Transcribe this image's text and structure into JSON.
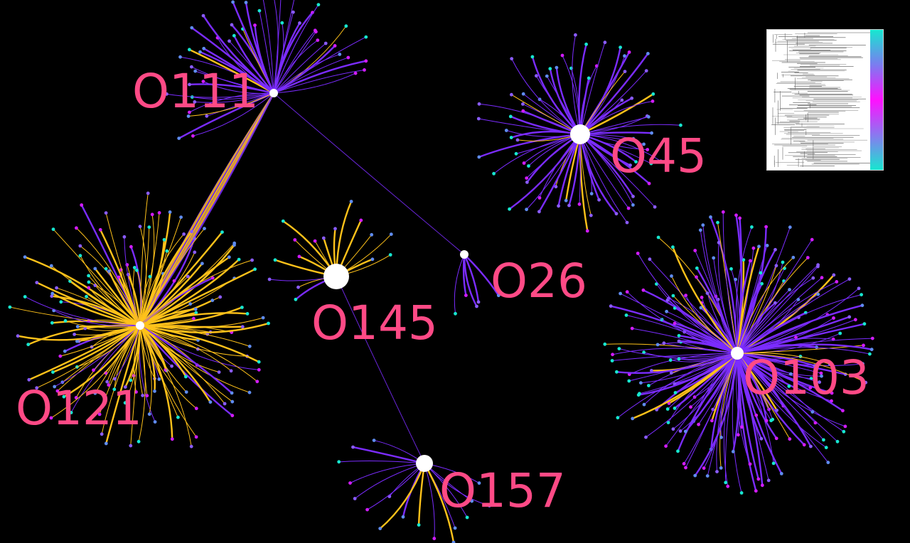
{
  "clusters": [
    {
      "id": "O111",
      "label": "O111",
      "color": "#7b2cff",
      "spokes": 48
    },
    {
      "id": "O45",
      "label": "O45",
      "color": "#7b2cff",
      "spokes": 72
    },
    {
      "id": "O121",
      "label": "O121",
      "color": "#ffc21a",
      "spokes": 150
    },
    {
      "id": "O145",
      "label": "O145",
      "color": "#ffc21a",
      "spokes": 16
    },
    {
      "id": "O26",
      "label": "O26",
      "color": "#7b2cff",
      "spokes": 5
    },
    {
      "id": "O103",
      "label": "O103",
      "color": "#7b2cff",
      "spokes": 190
    },
    {
      "id": "O157",
      "label": "O157",
      "color": "#7b2cff",
      "spokes": 17
    }
  ],
  "links": [
    {
      "from": "O111",
      "to": "O121",
      "color": "#ffc21a"
    },
    {
      "from": "O111",
      "to": "O26",
      "color": "#ffc21a"
    },
    {
      "from": "O145",
      "to": "O157",
      "color": "#ffc21a"
    }
  ],
  "colors": {
    "background": "#000000",
    "label": "#ff4a86",
    "purple_edge": "#7b2cff",
    "gold_edge": "#ffc21a",
    "leaf_colors": [
      "#8a5cff",
      "#17e7d0",
      "#d21cff",
      "#5f8cf0"
    ],
    "hub": "#ffffff"
  },
  "legend": {
    "description_icon": "phylogenetic-tree-thumbnail",
    "colorbar_stops": [
      "#17e7d0",
      "#7b7cf0",
      "#ff10ff",
      "#8a78f0",
      "#17e7d0"
    ]
  }
}
